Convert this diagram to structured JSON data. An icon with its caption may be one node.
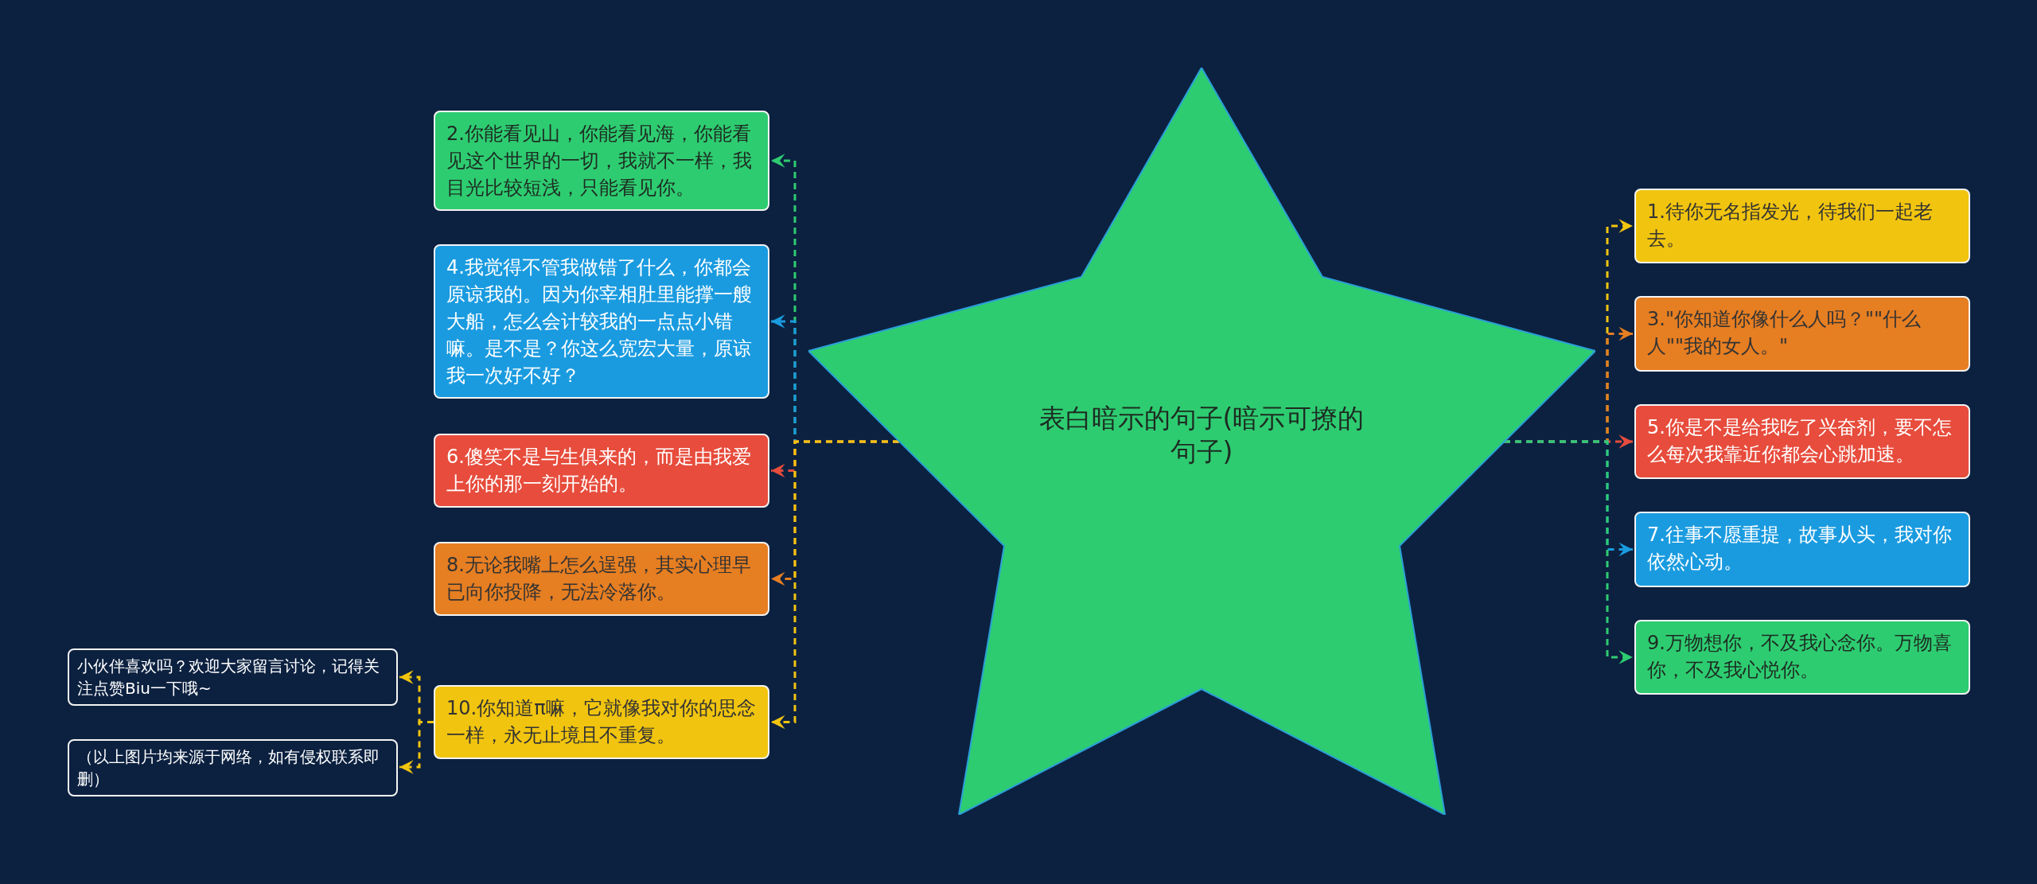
{
  "diagram": {
    "nodes": [
      {
        "text": [
          "表白暗示的句子(暗示可撩的句子)"
        ]
      },
      {
        "text": [
          "1.待你无名指发光，待我们一起老去。"
        ]
      },
      {
        "text": [
          "2.你能看见山，你能看见海，你能看见这个世界的一切，我就不一样，我目光比较短浅，只能看见你。"
        ]
      },
      {
        "text": [
          "3.\"你知道你像什么人吗？\"\"什么人\"\"我的女人。\""
        ]
      },
      {
        "text": [
          "4.我觉得不管我做错了什么，你都会原谅我的。因为你宰相肚里能撑一艘大船，怎么会计较我的一点点小错嘛。是不是？你这么宽宏大量，原谅我一次好不好？"
        ]
      },
      {
        "text": [
          "5.你是不是给我吃了兴奋剂，要不怎么每次我靠近你都会心跳加速。"
        ]
      },
      {
        "text": [
          "6.傻笑不是与生俱来的，而是由我爱上你的那一刻开始的。"
        ]
      },
      {
        "text": [
          "7.往事不愿重提，故事从头，我对你依然心动。"
        ]
      },
      {
        "text": [
          "8.无论我嘴上怎么逞强，其实心理早已向你投降，无法冷落你。"
        ]
      },
      {
        "text": [
          "9.万物想你，不及我心念你。万物喜你，不及我心悦你。"
        ]
      },
      {
        "text": [
          "10.你知道π嘛，它就像我对你的思念一样，永无止境且不重复。"
        ]
      },
      {
        "text": [
          "小伙伴喜欢吗？欢迎大家留言讨论，记得关注点赞Biu一下哦~"
        ]
      },
      {
        "text": [
          "（以上图片均来源于网络，如有侵权联系即删）"
        ]
      }
    ],
    "edges": [
      {
        "from": 0,
        "to": 1,
        "arrow": "to",
        "style": "dashed",
        "color": "#f1c40f"
      },
      {
        "from": 0,
        "to": 2,
        "arrow": "to",
        "style": "dashed",
        "color": "#2ecc71"
      },
      {
        "from": 0,
        "to": 3,
        "arrow": "to",
        "style": "dashed",
        "color": "#e67e22"
      },
      {
        "from": 0,
        "to": 4,
        "arrow": "to",
        "style": "dashed",
        "color": "#1a9be0"
      },
      {
        "from": 0,
        "to": 5,
        "arrow": "to",
        "style": "dashed",
        "color": "#e74c3c"
      },
      {
        "from": 0,
        "to": 6,
        "arrow": "to",
        "style": "dashed",
        "color": "#e74c3c"
      },
      {
        "from": 0,
        "to": 7,
        "arrow": "to",
        "style": "dashed",
        "color": "#1a9be0"
      },
      {
        "from": 0,
        "to": 8,
        "arrow": "to",
        "style": "dashed",
        "color": "#e67e22"
      },
      {
        "from": 0,
        "to": 9,
        "arrow": "to",
        "style": "dashed",
        "color": "#2ecc71"
      },
      {
        "from": 0,
        "to": 10,
        "arrow": "to",
        "style": "dashed",
        "color": "#f1c40f"
      },
      {
        "from": 10,
        "to": 11,
        "arrow": "to",
        "style": "dashed",
        "color": "#f1c40f"
      },
      {
        "from": 10,
        "to": 12,
        "arrow": "to",
        "style": "dashed",
        "color": "#f1c40f"
      }
    ]
  }
}
